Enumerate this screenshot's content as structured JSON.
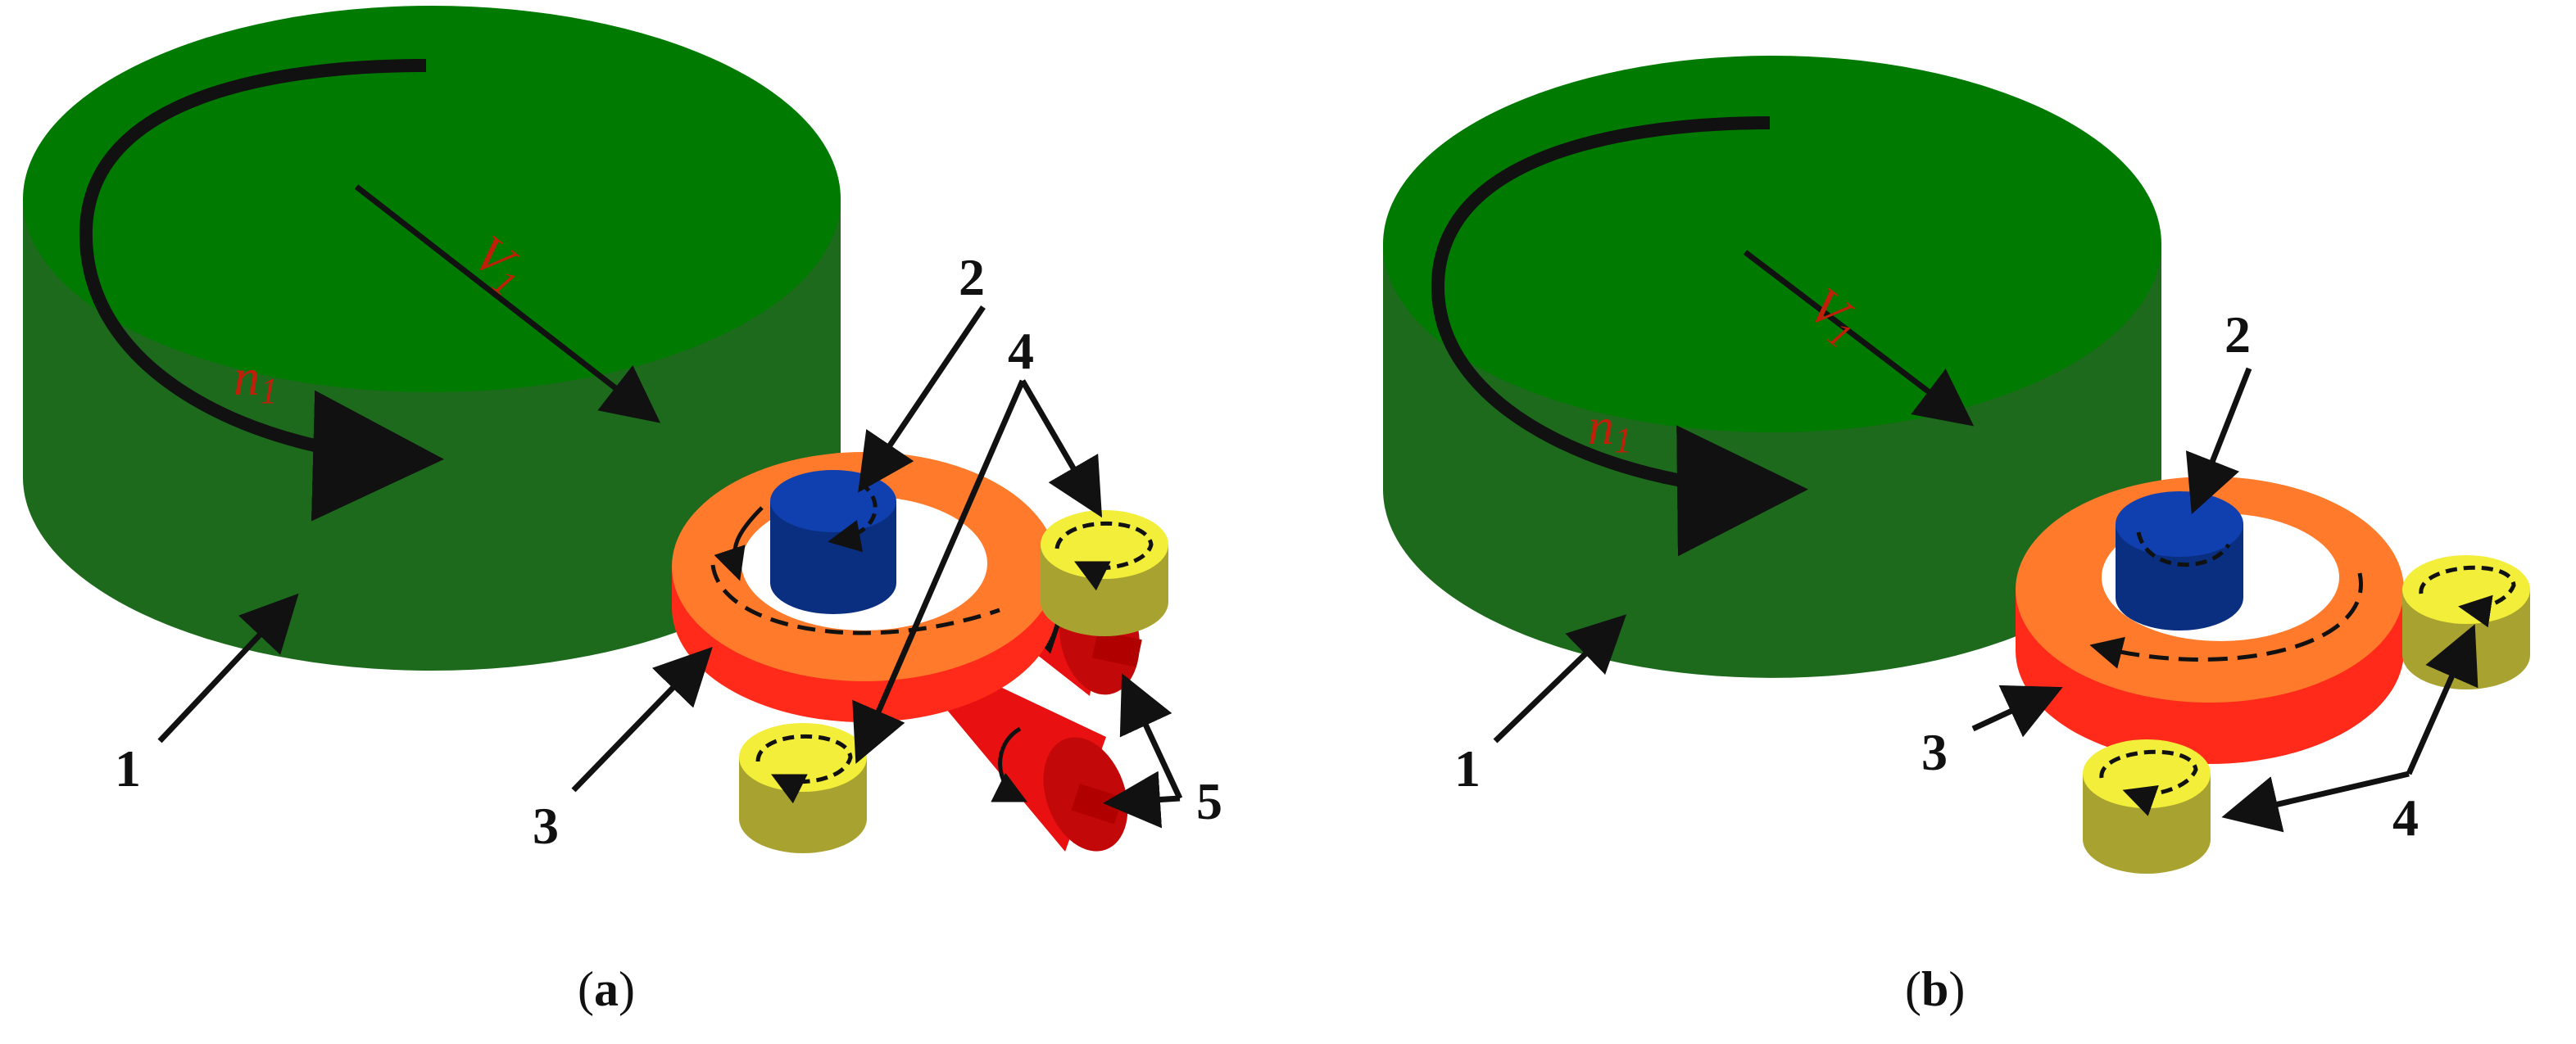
{
  "colors": {
    "disk_top": "#007a00",
    "disk_side": "#1d6a1d",
    "ring_top": "#ff7a2a",
    "ring_side": "#ff2a1a",
    "roller_top": "#1040b0",
    "roller_side": "#0a2f80",
    "guide_top": "#f2ee3a",
    "guide_side": "#a8a230",
    "cone": "#e81010",
    "cone_dark": "#9a0000",
    "symbol": "#c0200a",
    "arrow": "#111111"
  },
  "panels": [
    {
      "id": "a",
      "caption_open": "(",
      "caption_letter": "a",
      "caption_close": ")",
      "labels": {
        "table": "1",
        "main_roll": "2",
        "ring": "3",
        "guide_rolls": "4",
        "conical_rolls": "5"
      },
      "symbols": {
        "rotation": "n",
        "rotation_sub": "1",
        "feed": "V",
        "feed_sub": "1"
      }
    },
    {
      "id": "b",
      "caption_open": "(",
      "caption_letter": "b",
      "caption_close": ")",
      "labels": {
        "table": "1",
        "main_roll": "2",
        "ring": "3",
        "guide_rolls": "4"
      },
      "symbols": {
        "rotation": "n",
        "rotation_sub": "1",
        "feed": "V",
        "feed_sub": "1"
      }
    }
  ]
}
